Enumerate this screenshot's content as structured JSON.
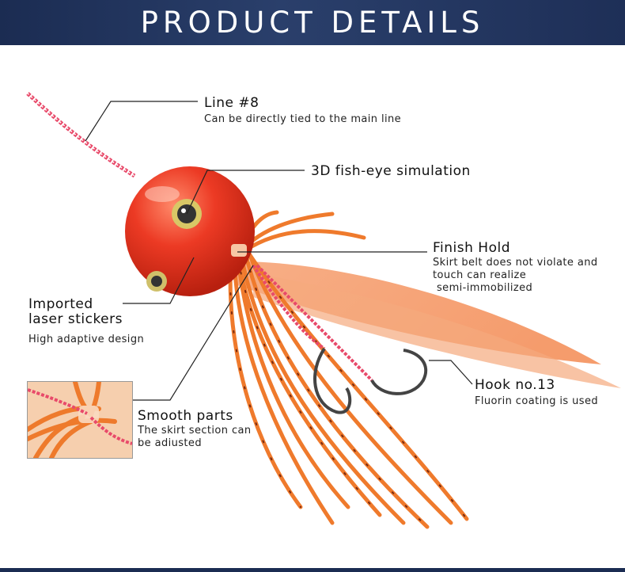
{
  "banner": {
    "title": "PRODUCT DETAILS"
  },
  "callouts": {
    "line": {
      "title": "Line #8",
      "desc": "Can be directly tied to the main line"
    },
    "eye": {
      "title": "3D fish-eye simulation"
    },
    "finish": {
      "title": "Finish Hold",
      "desc1": "Skirt belt does not violate and",
      "desc2": "touch can realize",
      "desc3": "semi-immobilized"
    },
    "laser": {
      "title1": "Imported",
      "title2": "laser stickers",
      "desc": "High adaptive design"
    },
    "hook": {
      "title": "Hook no.13",
      "desc": "Fluorin coating is used"
    },
    "smooth": {
      "title": "Smooth parts",
      "desc1": "The skirt section can",
      "desc2": "be adiusted"
    }
  },
  "colors": {
    "banner": "#1b2c52",
    "head": "#e8301f",
    "skirt": "#f0762a",
    "line": "#e84a6a"
  }
}
